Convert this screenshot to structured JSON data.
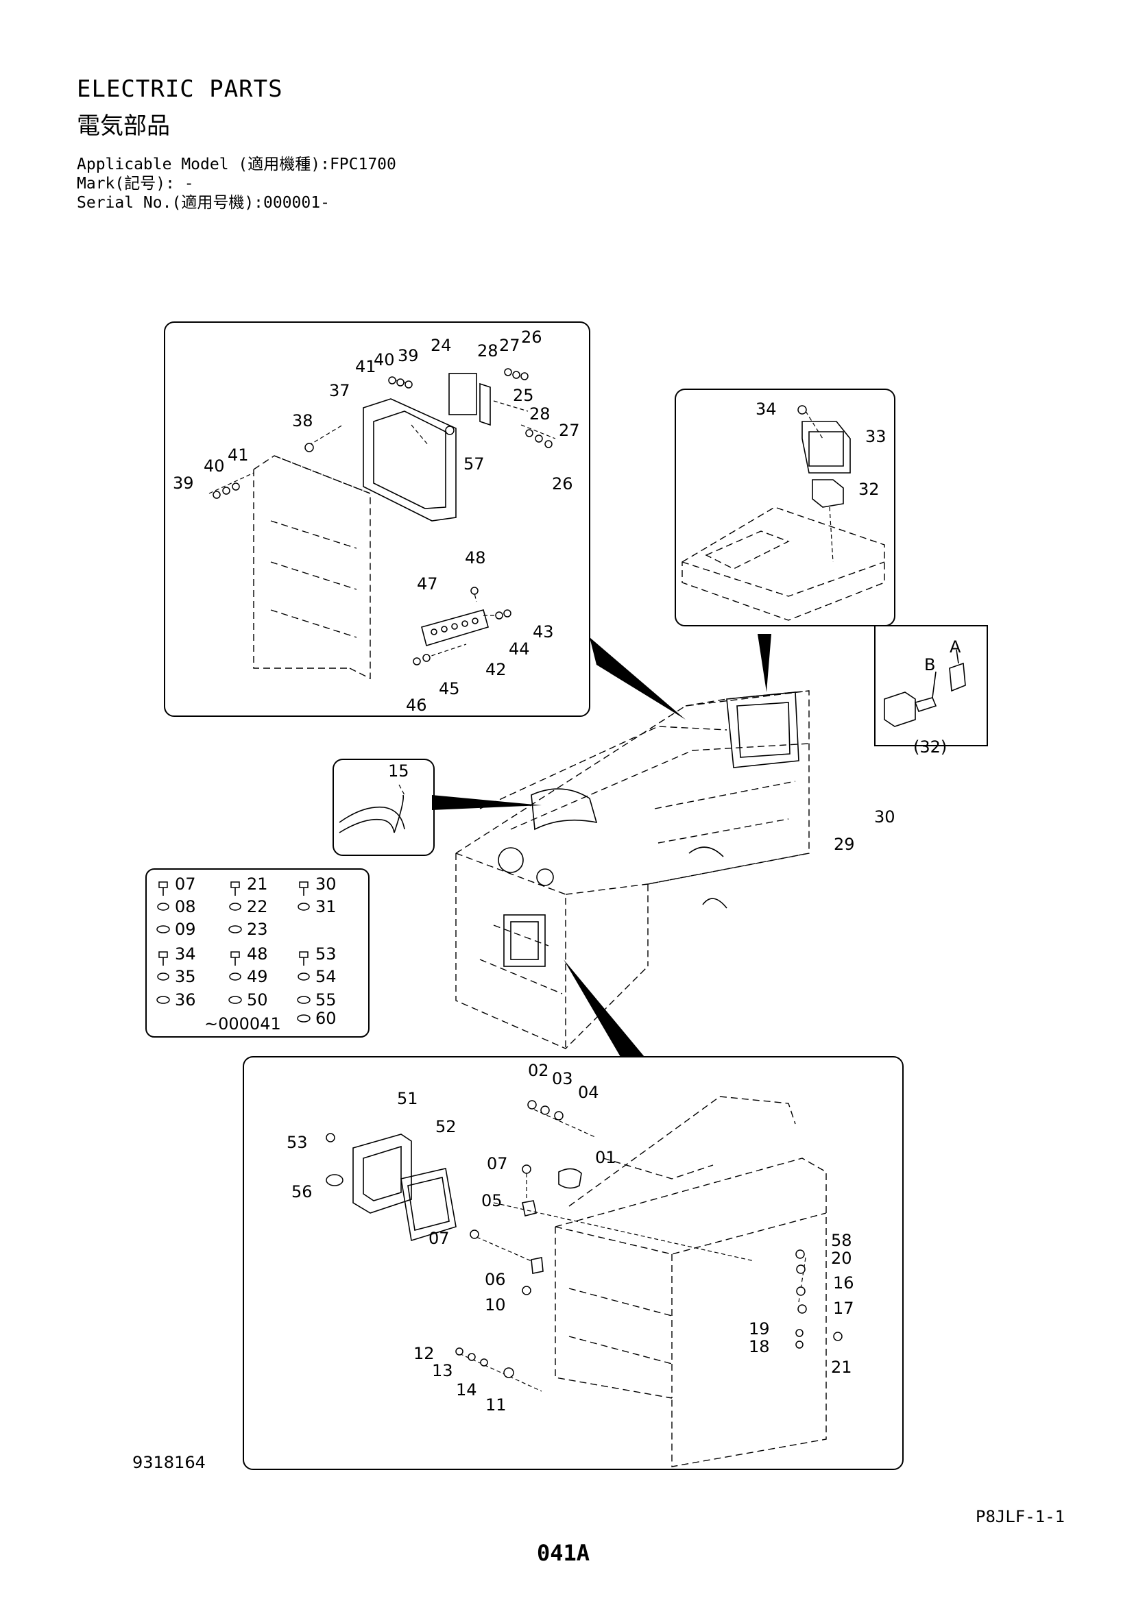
{
  "header": {
    "title_en": "ELECTRIC PARTS",
    "title_jp": "電気部品",
    "applicable_model": "Applicable Model (適用機種):FPC1700",
    "mark": "Mark(記号): -",
    "serial_no": "Serial No.(適用号機):000001-"
  },
  "footer": {
    "diagram_number": "9318164",
    "page_code": "P8JLF-1-1",
    "page_number": "041A"
  },
  "callouts": {
    "top_left": [
      "24",
      "28",
      "27",
      "26",
      "41",
      "40",
      "39",
      "37",
      "25",
      "38",
      "28",
      "27",
      "57",
      "26",
      "40",
      "41",
      "39",
      "48",
      "47",
      "43",
      "44",
      "42",
      "45",
      "46"
    ],
    "top_right": [
      "34",
      "33",
      "32"
    ],
    "detail_32": [
      "A",
      "B",
      "(32)"
    ],
    "hose": [
      "15"
    ],
    "main": [
      "30",
      "29"
    ],
    "bottom": [
      "02",
      "03",
      "04",
      "51",
      "52",
      "53",
      "01",
      "07",
      "56",
      "05",
      "07",
      "58",
      "20",
      "06",
      "16",
      "10",
      "17",
      "19",
      "18",
      "12",
      "21",
      "13",
      "14",
      "11"
    ]
  },
  "fastener_legend": {
    "rows": [
      [
        "07",
        "21",
        "30"
      ],
      [
        "08",
        "22",
        "31"
      ],
      [
        "09",
        "23",
        ""
      ],
      [
        "34",
        "48",
        "53"
      ],
      [
        "35",
        "49",
        "54"
      ],
      [
        "36",
        "50",
        "55"
      ],
      [
        "",
        "",
        "60"
      ]
    ],
    "note": "~000041"
  }
}
